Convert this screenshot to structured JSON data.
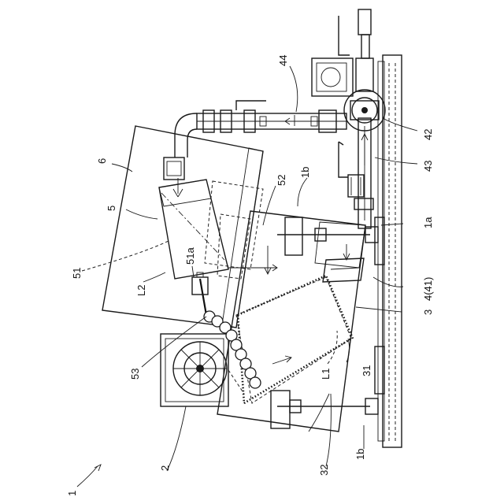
{
  "labels": {
    "l1": "1",
    "l1a": "1a",
    "l1b_top": "1b",
    "l1b_bottom": "1b",
    "l2": "2",
    "l3": "3",
    "l4": "4(41)",
    "l5": "5",
    "l6": "6",
    "l31": "31",
    "l32": "32",
    "l42": "42",
    "l43": "43",
    "l44": "44",
    "l51": "51",
    "l51a": "51a",
    "l52": "52",
    "l53": "53",
    "lL1": "L1",
    "lL2": "L2"
  }
}
